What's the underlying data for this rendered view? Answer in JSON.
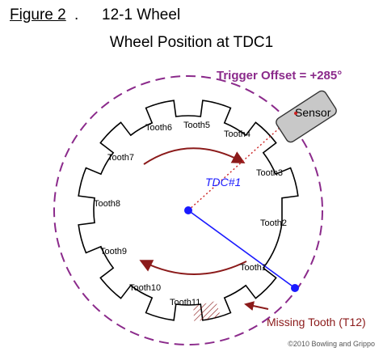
{
  "figure": {
    "label": "Figure 2",
    "suffix": ".",
    "subtitle": "12-1 Wheel",
    "title": "Wheel Position at TDC1"
  },
  "trigger_offset_label": "Trigger Offset = +285°",
  "sensor_label": "Sensor",
  "tdc_label": "TDC#1",
  "missing_tooth_label": "Missing Tooth (T12)",
  "copyright": "©2010 Bowling and Grippo",
  "teeth": [
    {
      "id": 1,
      "label": "Tooth1"
    },
    {
      "id": 2,
      "label": "Tooth2"
    },
    {
      "id": 3,
      "label": "Tooth3"
    },
    {
      "id": 4,
      "label": "Tooth4"
    },
    {
      "id": 5,
      "label": "Tooth5"
    },
    {
      "id": 6,
      "label": "Tooth6"
    },
    {
      "id": 7,
      "label": "Tooth7"
    },
    {
      "id": 8,
      "label": "Tooth8"
    },
    {
      "id": 9,
      "label": "Tooth9"
    },
    {
      "id": 10,
      "label": "Tooth10"
    },
    {
      "id": 11,
      "label": "Tooth11"
    }
  ],
  "colors": {
    "rotation_arrow": "#8b1a1a",
    "trigger_circle": "#8b2a8b",
    "tdc_line": "#1a1aff",
    "sensor_fill": "#c8c8c8"
  }
}
